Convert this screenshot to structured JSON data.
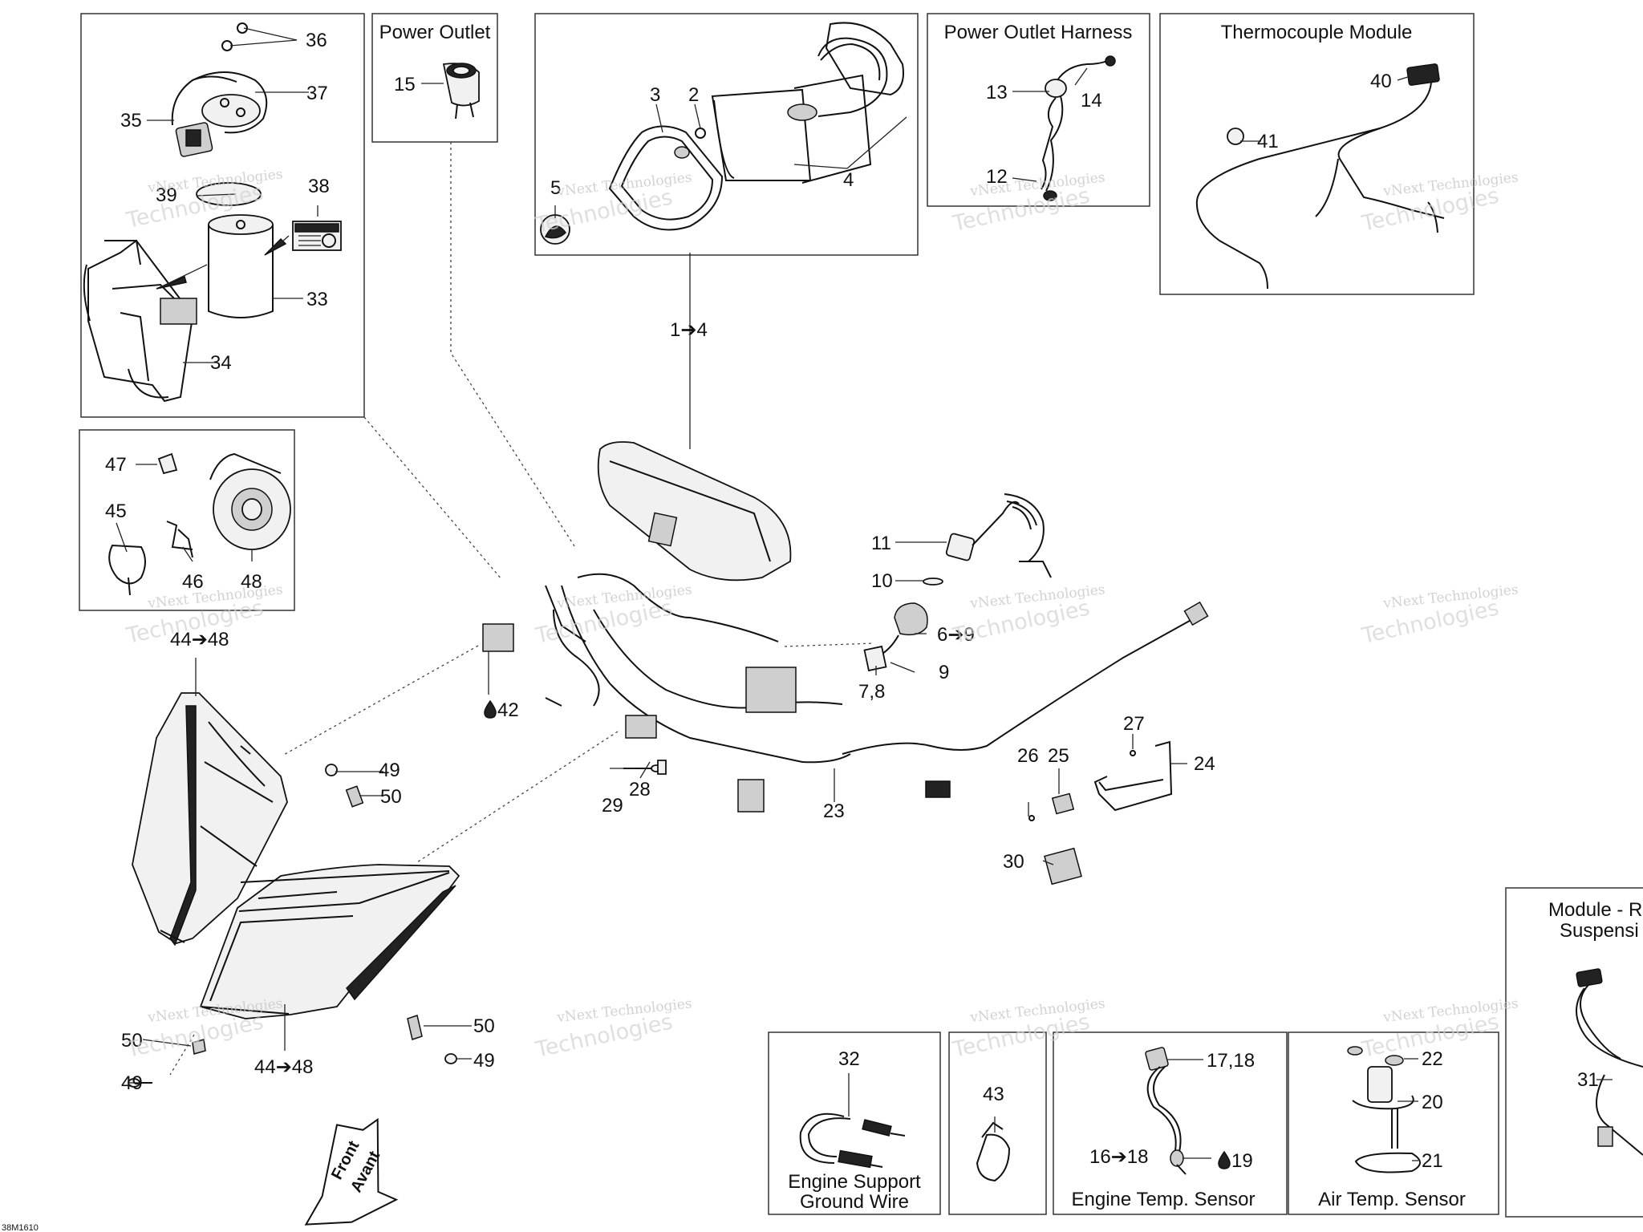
{
  "watermark": {
    "line1": "vNext Technologies",
    "line2": "Technologies"
  },
  "titles": {
    "power_outlet": "Power Outlet",
    "power_outlet_harness": "Power Outlet Harness",
    "thermocouple_module": "Thermocouple Module",
    "module_suspension_1": "Module - R",
    "module_suspension_2": "Suspensi",
    "engine_support_1": "Engine Support",
    "engine_support_2": "Ground Wire",
    "engine_temp_sensor": "Engine Temp. Sensor",
    "air_temp_sensor": "Air Temp. Sensor"
  },
  "direction": {
    "line1": "Front",
    "line2": "Avant"
  },
  "drawing_ref": "38M1610",
  "callouts": {
    "c1_4": "1➔4",
    "c2": "2",
    "c3": "3",
    "c4": "4",
    "c5": "5",
    "c6_9": "6➔9",
    "c7_8": "7,8",
    "c9": "9",
    "c10": "10",
    "c11": "11",
    "c12": "12",
    "c13": "13",
    "c14": "14",
    "c15": "15",
    "c16_18": "16➔18",
    "c17_18": "17,18",
    "c19": "19",
    "c20": "20",
    "c21": "21",
    "c22": "22",
    "c23": "23",
    "c24": "24",
    "c25": "25",
    "c26": "26",
    "c27": "27",
    "c28": "28",
    "c29": "29",
    "c30": "30",
    "c31": "31",
    "c32": "32",
    "c33": "33",
    "c34": "34",
    "c35": "35",
    "c36": "36",
    "c37": "37",
    "c38": "38",
    "c39": "39",
    "c40": "40",
    "c41": "41",
    "c42": "42",
    "c43": "43",
    "c44_48": "44➔48",
    "c45": "45",
    "c46": "46",
    "c47": "47",
    "c48": "48",
    "c49": "49",
    "c50": "50"
  }
}
